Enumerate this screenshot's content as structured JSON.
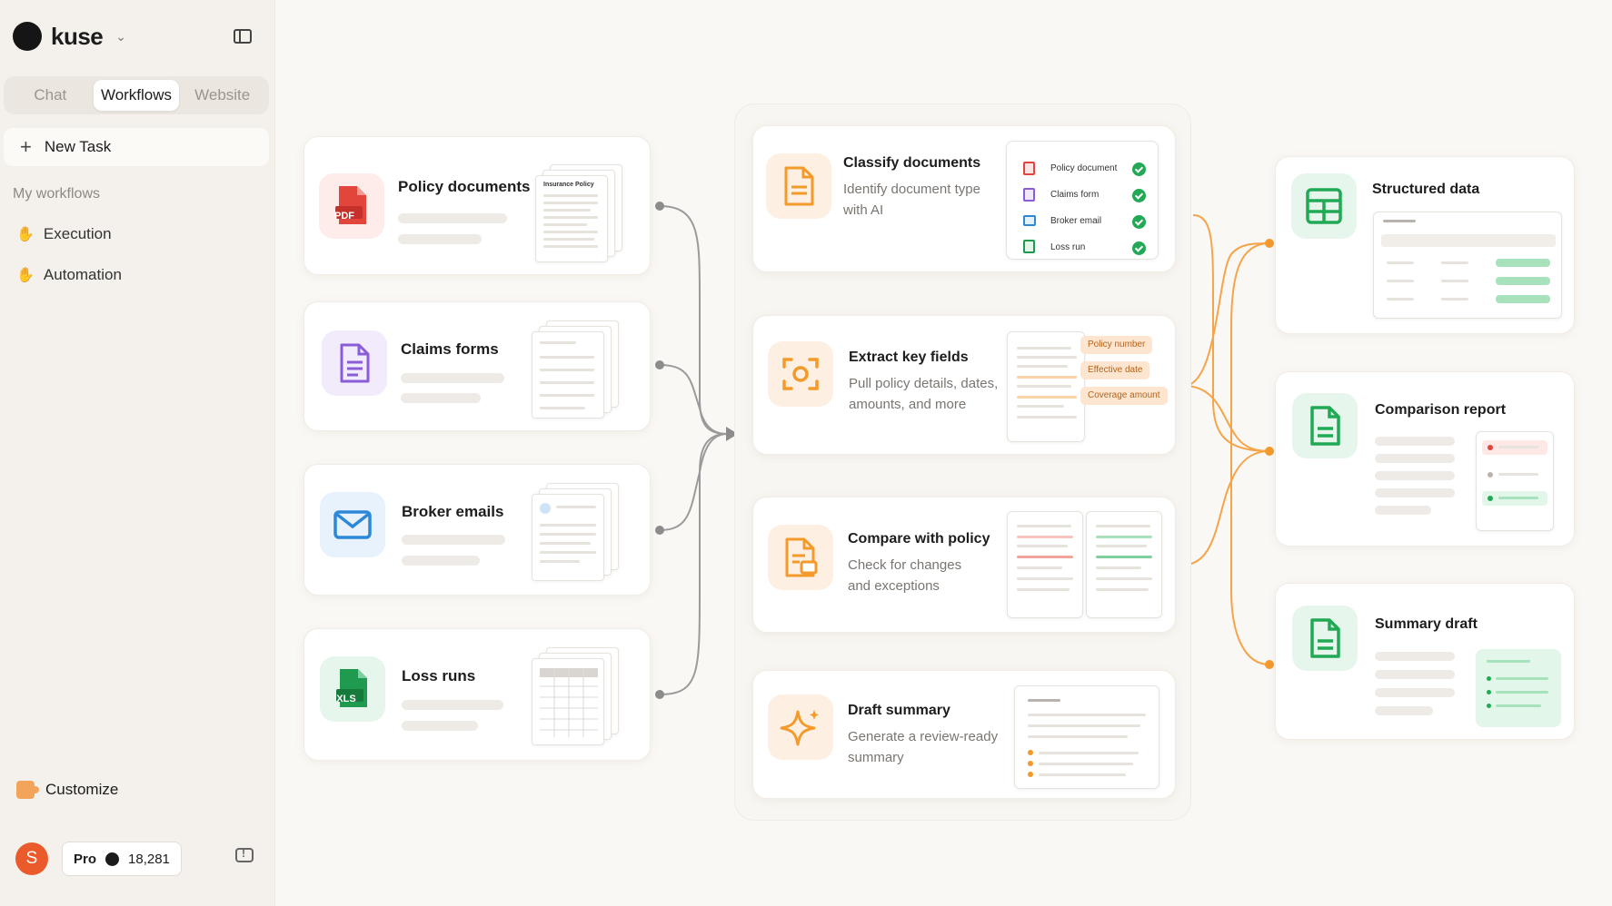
{
  "sidebar": {
    "brand": "kuse",
    "tabs": [
      {
        "label": "Chat",
        "active": false
      },
      {
        "label": "Workflows",
        "active": true
      },
      {
        "label": "Website",
        "active": false
      }
    ],
    "new_task_label": "New Task",
    "section_label": "My workflows",
    "items": [
      {
        "label": "Execution",
        "icon": "hand-icon"
      },
      {
        "label": "Automation",
        "icon": "hand-icon"
      }
    ],
    "customize_label": "Customize",
    "user_initial": "S",
    "plan_label": "Pro",
    "credits": "18,281"
  },
  "inputs": [
    {
      "title": "Policy documents",
      "icon": "pdf-file-icon",
      "badge": "PDF",
      "preview_caption": "Insurance Policy",
      "color": "#e2453c",
      "tint": "#fdecea"
    },
    {
      "title": "Claims forms",
      "icon": "document-icon",
      "color": "#8a5cd8",
      "tint": "#f1ebfc"
    },
    {
      "title": "Broker emails",
      "icon": "mail-icon",
      "color": "#2d88d8",
      "tint": "#e7f2fc"
    },
    {
      "title": "Loss runs",
      "icon": "xls-file-icon",
      "badge": "XLS",
      "color": "#1f9a4f",
      "tint": "#e6f6ec"
    }
  ],
  "steps": [
    {
      "title": "Classify documents",
      "desc_lines": [
        "Identify document type",
        "with AI"
      ],
      "icon": "document-icon",
      "results": [
        {
          "label": "Policy document",
          "color": "#e2453c"
        },
        {
          "label": "Claims form",
          "color": "#8a5cd8"
        },
        {
          "label": "Broker email",
          "color": "#2d88d8"
        },
        {
          "label": "Loss run",
          "color": "#1f9a4f"
        }
      ]
    },
    {
      "title": "Extract key fields",
      "desc_lines": [
        "Pull policy details, dates,",
        "amounts, and more"
      ],
      "icon": "scan-icon",
      "chips": [
        "Policy number",
        "Effective date",
        "Coverage amount"
      ]
    },
    {
      "title": "Compare with policy",
      "desc_lines": [
        "Check for changes",
        "and exceptions"
      ],
      "icon": "compare-document-icon"
    },
    {
      "title": "Draft summary",
      "desc_lines": [
        "Generate a review-ready",
        "summary"
      ],
      "icon": "sparkle-icon"
    }
  ],
  "outputs": [
    {
      "title": "Structured data",
      "icon": "table-icon"
    },
    {
      "title": "Comparison report",
      "icon": "document-icon"
    },
    {
      "title": "Summary draft",
      "icon": "document-icon"
    }
  ],
  "colors": {
    "accent_orange": "#f39a2b",
    "output_green": "#22a955",
    "connector_gray": "#8c8c8c"
  }
}
